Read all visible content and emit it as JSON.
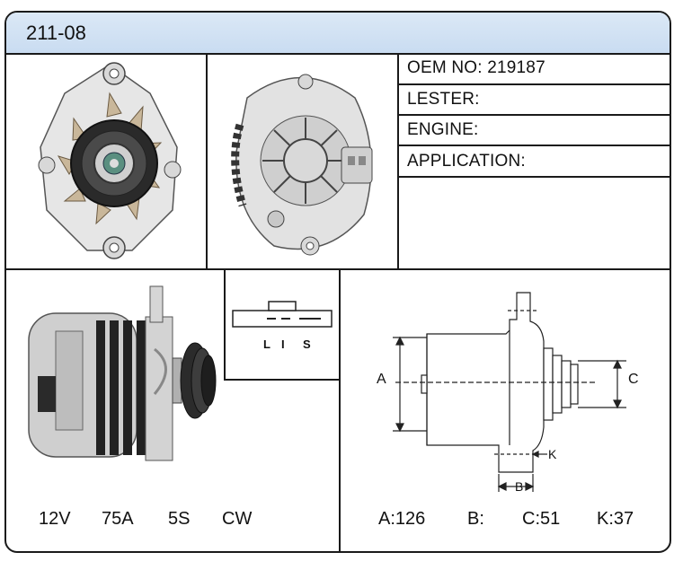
{
  "header": {
    "part_number": "211-08"
  },
  "specs": {
    "oem": {
      "label": "OEM NO:",
      "value": "219187"
    },
    "lester": {
      "label": "LESTER:",
      "value": ""
    },
    "engine": {
      "label": "ENGINE:",
      "value": ""
    },
    "application": {
      "label": "APPLICATION:",
      "value": ""
    }
  },
  "connector": {
    "pins": [
      "L",
      "I",
      "S"
    ]
  },
  "electrical": {
    "voltage": "12V",
    "amperage": "75A",
    "grooves": "5S",
    "rotation": "CW"
  },
  "dimensions": {
    "labels": {
      "a": "A",
      "b": "B",
      "c": "C",
      "k": "K"
    },
    "a": "A:126",
    "b": "B:",
    "c": "C:51",
    "k": "K:37"
  }
}
